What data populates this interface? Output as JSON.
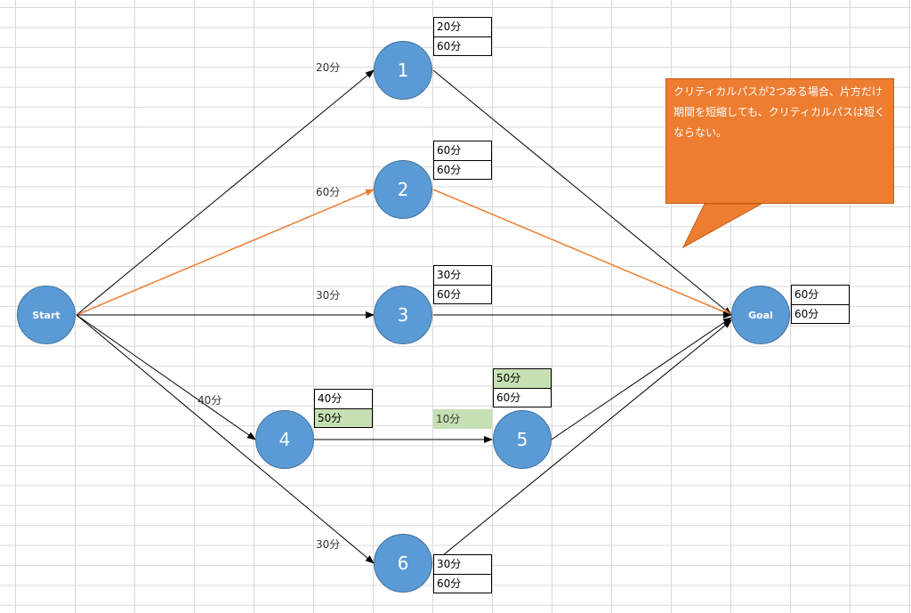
{
  "nodes": {
    "start": "Start",
    "n1": "1",
    "n2": "2",
    "n3": "3",
    "n4": "4",
    "n5": "5",
    "n6": "6",
    "goal": "Goal"
  },
  "durations": {
    "start_1": "20分",
    "start_2": "60分",
    "start_3": "30分",
    "start_4": "40分",
    "n4_5": "10分",
    "start_6": "30分"
  },
  "times": {
    "n1": {
      "earliest": "20分",
      "latest": "60分"
    },
    "n2": {
      "earliest": "60分",
      "latest": "60分"
    },
    "n3": {
      "earliest": "30分",
      "latest": "60分"
    },
    "n4": {
      "earliest": "40分",
      "latest": "50分"
    },
    "n5": {
      "earliest": "50分",
      "latest": "60分"
    },
    "n6": {
      "earliest": "30分",
      "latest": "60分"
    },
    "goal": {
      "earliest": "60分",
      "latest": "60分"
    }
  },
  "callout": {
    "text": "クリティカルパスが2つある場合、片方だけ期間を短縮しても、クリティカルパスは短くならない。"
  },
  "colors": {
    "node_fill": "#5b9bd5",
    "critical_path": "#ed7d31",
    "arrow": "#000000",
    "highlight_cell": "#c6e0b4",
    "callout_fill": "#ed7d31"
  }
}
